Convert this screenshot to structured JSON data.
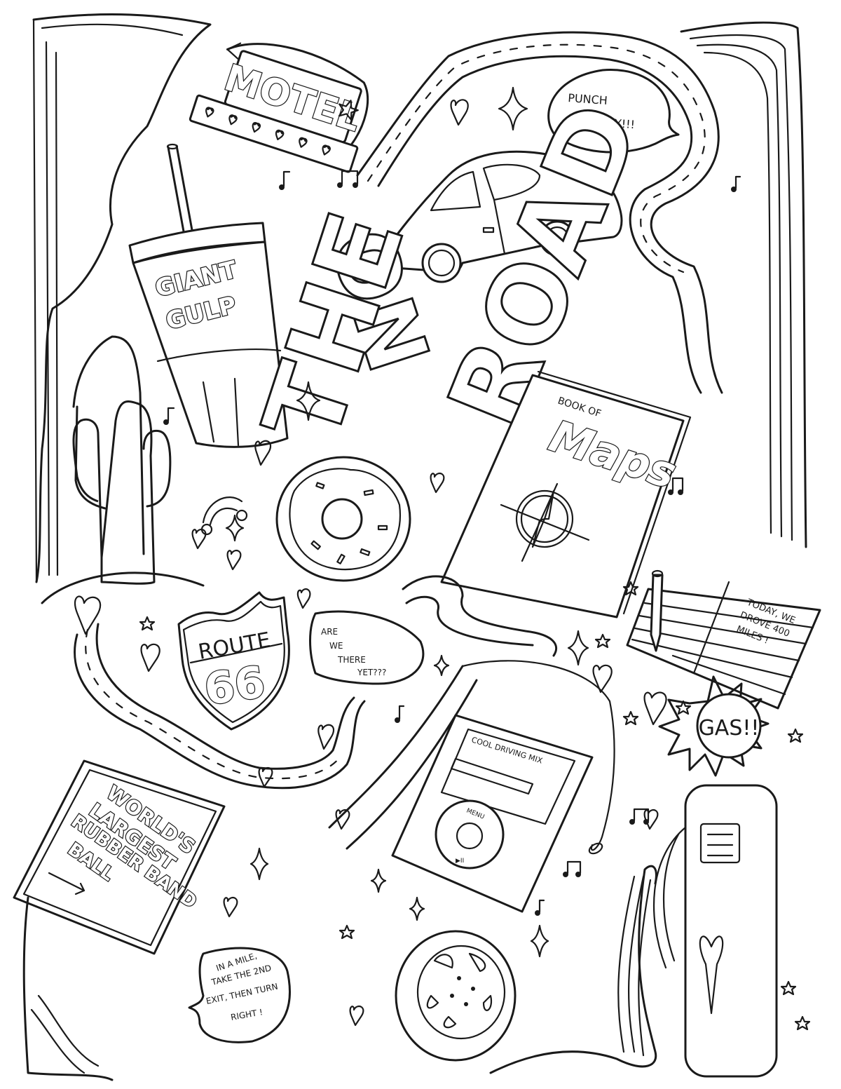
{
  "page": {
    "title": "ON THE ROAD",
    "type": "coloring-page",
    "line_color": "#1a1a1a",
    "background": "#ffffff"
  },
  "title_words": [
    "ON",
    "THE",
    "ROAD"
  ],
  "motel_sign": {
    "text": "MOTEL"
  },
  "cup": {
    "line1": "GIANT",
    "line2": "GULP"
  },
  "speech_bubbles": {
    "punch_buggy": {
      "line1": "PUNCH",
      "line2": "BUGGY!!!"
    },
    "are_we_there": {
      "line1": "ARE",
      "line2": "WE",
      "line3": "THERE",
      "line4": "YET???"
    },
    "directions": {
      "line1": "IN A MILE,",
      "line2": "TAKE THE 2ND",
      "line3": "EXIT, THEN TURN",
      "line4": "RIGHT !"
    }
  },
  "book": {
    "small": "BOOK OF",
    "script": "Maps"
  },
  "notebook": {
    "line1": "TODAY, WE",
    "line2": "DROVE 400",
    "line3": "MILES !"
  },
  "route_sign": {
    "top": "ROUTE",
    "number": "66"
  },
  "billboard": {
    "line1": "WORLD'S",
    "line2": "LARGEST",
    "line3": "RUBBER BAND",
    "line4": "BALL"
  },
  "ipod": {
    "screen_text": "COOL DRIVING MIX",
    "wheel_label": "MENU",
    "play_label": "▶II"
  },
  "gas_pump": {
    "sign": "GAS!!"
  },
  "icons": [
    "motel-sign",
    "cup",
    "car",
    "cactus",
    "donut",
    "rainbow",
    "book-of-maps",
    "compass",
    "notebook",
    "pencil",
    "route-66-shield",
    "billboard",
    "ipod",
    "earbuds",
    "tire",
    "gas-pump",
    "hearts",
    "sparkles",
    "music-notes",
    "stars",
    "roads"
  ]
}
